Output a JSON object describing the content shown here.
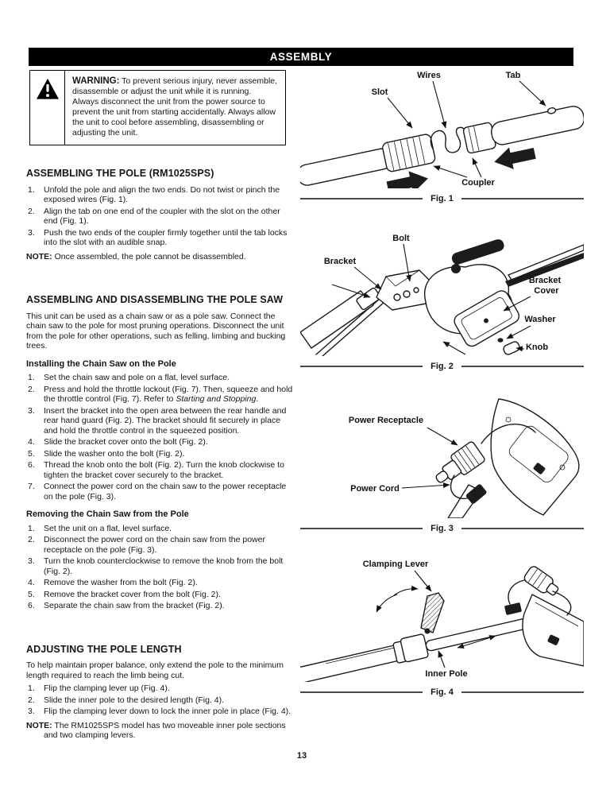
{
  "header": {
    "title": "ASSEMBLY"
  },
  "warning": {
    "label": "WARNING:",
    "text": " To prevent serious injury, never assemble, disassemble or adjust the unit while it is running. Always disconnect the unit from the power source to prevent the unit from starting accidentally. Always allow the unit to cool before assembling, disassembling or adjusting the unit."
  },
  "sections": {
    "pole_assembly": {
      "heading": "ASSEMBLING THE POLE (RM1025SPS)",
      "steps": [
        "Unfold the pole and align the two ends. Do not twist or pinch the exposed wires (Fig. 1).",
        "Align the tab on one end of the coupler with the slot on the other end (Fig. 1).",
        "Push the two ends of the coupler firmly together until the tab locks into the slot with an audible snap."
      ],
      "note_label": "NOTE:",
      "note": " Once assembled, the pole cannot be disassembled."
    },
    "pole_saw": {
      "heading": "ASSEMBLING AND DISASSEMBLING THE POLE SAW",
      "intro": "This unit can be used as a chain saw or as a pole saw. Connect the chain saw to the pole for most pruning operations. Disconnect the unit from the pole for other operations, such as felling, limbing and bucking trees.",
      "installing": {
        "heading": "Installing the Chain Saw on the Pole",
        "steps": [
          "Set the chain saw and pole on a flat, level surface.",
          {
            "pre": "Press and hold the throttle lockout (Fig. 7). Then, squeeze and hold the throttle control (Fig. 7). Refer to ",
            "em": "Starting and Stopping",
            "post": "."
          },
          "Insert the bracket into the open area between the rear handle and rear hand guard (Fig. 2). The bracket should fit securely in place and hold the throttle control in the squeezed position.",
          "Slide the bracket cover onto the bolt (Fig. 2).",
          "Slide the washer onto the bolt (Fig. 2).",
          "Thread the knob onto the bolt (Fig. 2). Turn the knob clockwise to tighten the bracket cover securely to the bracket.",
          "Connect the power cord on the chain saw to the power receptacle on the pole (Fig. 3)."
        ]
      },
      "removing": {
        "heading": "Removing the Chain Saw from the Pole",
        "steps": [
          "Set the unit on a flat, level surface.",
          "Disconnect the power cord on the chain saw from the power receptacle on the pole (Fig. 3).",
          "Turn the knob counterclockwise to remove the knob from the bolt (Fig. 2).",
          "Remove the washer from the bolt (Fig. 2).",
          "Remove the bracket cover from the bolt (Fig. 2).",
          "Separate the chain saw from the bracket (Fig. 2)."
        ]
      }
    },
    "pole_length": {
      "heading": "ADJUSTING THE POLE LENGTH",
      "intro": "To help maintain proper balance, only extend the pole to the minimum length required to reach the limb being cut.",
      "steps": [
        "Flip the clamping lever up (Fig. 4).",
        "Slide the inner pole to the desired length (Fig. 4).",
        "Flip the clamping lever down to lock the inner pole in place (Fig. 4)."
      ],
      "note_label": "NOTE:",
      "note": " The RM1025SPS model has two moveable inner pole sections and two clamping levers."
    }
  },
  "figures": {
    "fig1": {
      "caption": "Fig. 1",
      "labels": {
        "wires": "Wires",
        "tab": "Tab",
        "slot": "Slot",
        "coupler": "Coupler"
      }
    },
    "fig2": {
      "caption": "Fig. 2",
      "labels": {
        "bolt": "Bolt",
        "bracket": "Bracket",
        "bracket_cover_line1": "Bracket",
        "bracket_cover_line2": "Cover",
        "washer": "Washer",
        "knob": "Knob"
      }
    },
    "fig3": {
      "caption": "Fig. 3",
      "labels": {
        "power_receptacle": "Power Receptacle",
        "power_cord": "Power Cord"
      }
    },
    "fig4": {
      "caption": "Fig. 4",
      "labels": {
        "clamping_lever": "Clamping Lever",
        "inner_pole": "Inner Pole"
      }
    }
  },
  "page": {
    "number": "13"
  },
  "colors": {
    "paper": "#ffffff",
    "ink": "#161616",
    "header_bg": "#000000",
    "header_fg": "#ffffff"
  }
}
